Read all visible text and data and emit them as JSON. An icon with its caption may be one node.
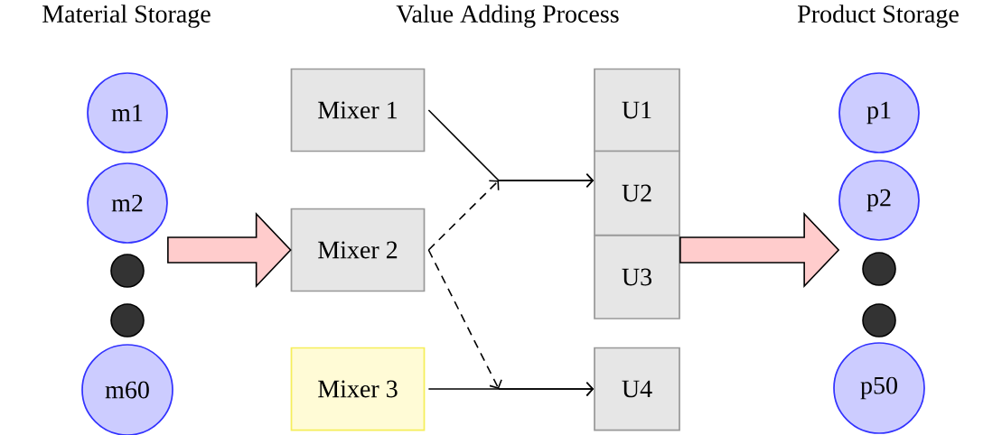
{
  "diagram": {
    "nodes": [
      {
        "text": [
          "m1"
        ]
      },
      {
        "text": [
          "m2"
        ]
      },
      {
        "text": [],
        "shape": "circle"
      },
      {
        "text": [],
        "shape": "circle"
      },
      {
        "text": [
          "m60"
        ]
      },
      {
        "text": [
          "Mixer 1"
        ]
      },
      {
        "text": [
          "Mixer 2"
        ]
      },
      {
        "text": [
          "Mixer 3"
        ]
      },
      {
        "text": [
          "U1"
        ]
      },
      {
        "text": [
          "U2"
        ]
      },
      {
        "text": [
          "U3"
        ]
      },
      {
        "text": [
          "U4"
        ]
      },
      {
        "text": [
          "p1"
        ]
      },
      {
        "text": [
          "p2"
        ]
      },
      {
        "text": [],
        "shape": "circle"
      },
      {
        "text": [],
        "shape": "circle"
      },
      {
        "text": [
          "p50"
        ]
      }
    ],
    "edges": [
      {
        "from": 5,
        "to": 9,
        "arrow": "to"
      },
      {
        "from": 6,
        "to": 9,
        "arrow": "to",
        "style": "dashed"
      },
      {
        "from": 6,
        "to": 11,
        "arrow": "to",
        "style": "dashed"
      },
      {
        "from": 7,
        "to": 11,
        "arrow": "to"
      },
      {
        "from": 1,
        "to": 6,
        "arrow": "to"
      },
      {
        "from": 10,
        "to": 13,
        "arrow": "to"
      }
    ],
    "labels": [
      "Material Storage",
      "Value Adding Process",
      "Product Storage"
    ]
  }
}
